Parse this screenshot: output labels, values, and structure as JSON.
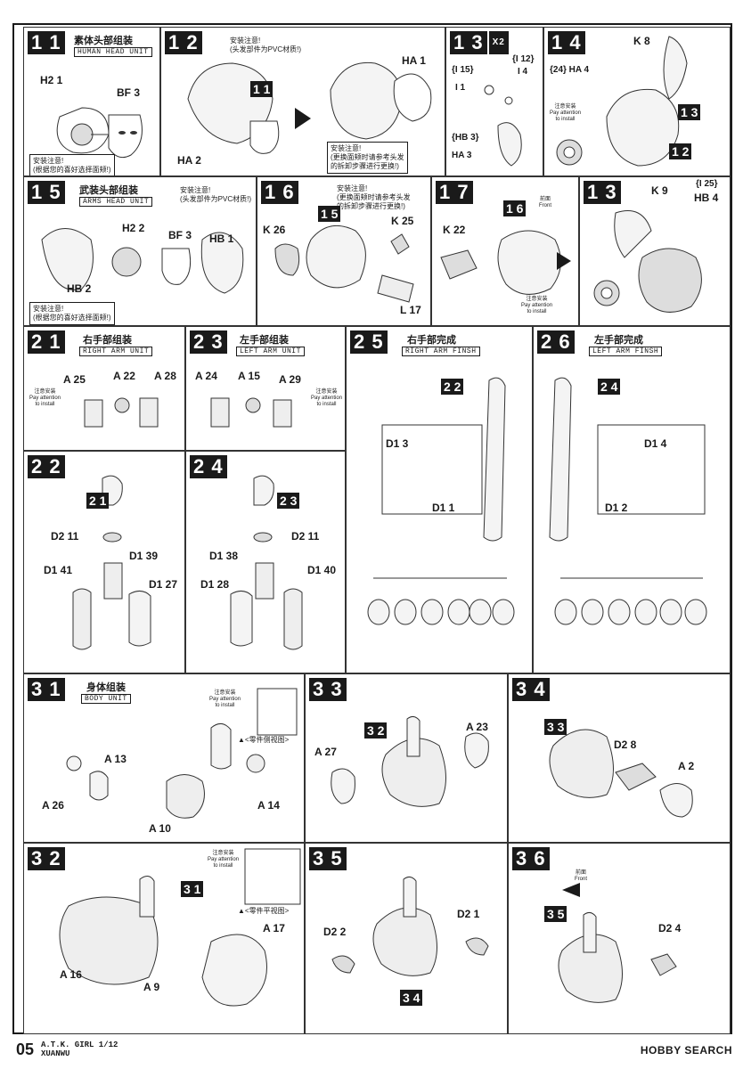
{
  "page": {
    "number": "05",
    "product_line1": "A.T.K. GIRL 1/12",
    "product_line2": "XUANWU",
    "watermark": "HOBBY SEARCH"
  },
  "panels": {
    "p11": {
      "step": "1 1",
      "title_cn": "素体头部组装",
      "title_en": "HUMAN HEAD UNIT",
      "labels": [
        "H2 1",
        "BF 3"
      ],
      "note": "安装注意!\n(根据您的喜好选择面颊!)"
    },
    "p12": {
      "step": "1 2",
      "note_top": "安装注意!\n(头发部件为PVC材质!)",
      "ref": "1 1",
      "labels": [
        "HA 1",
        "HA 2"
      ],
      "note": "安装注意!\n(更换面颊时请参考头发\n的拆卸步骤进行更换!)"
    },
    "p13": {
      "step": "1 3",
      "mult": "X2",
      "labels": [
        "{I 15}",
        "{I 12}",
        "I 1",
        "I 4",
        "{HB 3}",
        "HA 3"
      ]
    },
    "p14": {
      "step": "1 4",
      "labels": [
        "K 8",
        "{24} HA 4",
        "1 3",
        "1 2"
      ],
      "att": "注意安装\nPay attention\nto install"
    },
    "p15": {
      "step": "1 5",
      "title_cn": "武装头部组装",
      "title_en": "ARMS HEAD UNIT",
      "note_top": "安装注意!\n(头发部件为PVC材质!)",
      "labels": [
        "H2 2",
        "BF 3",
        "HB 1",
        "HB 2"
      ],
      "note": "安装注意!\n(根据您的喜好选择面颊!)"
    },
    "p16": {
      "step": "1 6",
      "note_top": "安装注意!\n(更换面颊时请参考头发\n的拆卸步骤进行更换!)",
      "ref": "1 5",
      "labels": [
        "K 26",
        "K 25",
        "L 17"
      ]
    },
    "p17": {
      "step": "1 7",
      "ref": "1 6",
      "front": "前面\nFront",
      "labels": [
        "K 22"
      ],
      "att": "注意安装\nPay attention\nto install"
    },
    "p18": {
      "step": "1 3",
      "labels": [
        "K 9",
        "{I 25}",
        "HB 4"
      ]
    },
    "p21": {
      "step": "2 1",
      "title_cn": "右手部组装",
      "title_en": "RIGHT ARM UNIT",
      "labels": [
        "A 25",
        "A 22",
        "A 28"
      ],
      "att": "注意安装\nPay attention\nto install"
    },
    "p23": {
      "step": "2 3",
      "title_cn": "左手部组装",
      "title_en": "LEFT ARM UNIT",
      "labels": [
        "A 24",
        "A 15",
        "A 29"
      ],
      "att": "注意安装\nPay attention\nto install"
    },
    "p25": {
      "step": "2 5",
      "title_cn": "右手部完成",
      "title_en": "RIGHT ARM FINSH",
      "ref": "2 2",
      "labels": [
        "D1 3",
        "D1 1"
      ]
    },
    "p26": {
      "step": "2 6",
      "title_cn": "左手部完成",
      "title_en": "LEFT ARM FINSH",
      "ref": "2 4",
      "labels": [
        "D1 4",
        "D1 2"
      ]
    },
    "p22": {
      "step": "2 2",
      "ref": "2 1",
      "labels": [
        "D2 11",
        "D1 39",
        "D1 41",
        "D1 27"
      ]
    },
    "p24": {
      "step": "2 4",
      "ref": "2 3",
      "labels": [
        "D2 11",
        "D1 38",
        "D1 40",
        "D1 28"
      ]
    },
    "p31": {
      "step": "3 1",
      "title_cn": "身体组装",
      "title_en": "BODY UNIT",
      "labels": [
        "A 13",
        "A 26",
        "A 10",
        "A 14"
      ],
      "att": "注意安装\nPay attention\nto install",
      "side_view": "▲<零件侧视图>"
    },
    "p33": {
      "step": "3 3",
      "ref": "3 2",
      "labels": [
        "A 27",
        "A 23"
      ]
    },
    "p34": {
      "step": "3 4",
      "ref": "3 3",
      "labels": [
        "D2 8",
        "A 2"
      ]
    },
    "p32": {
      "step": "3 2",
      "ref": "3 1",
      "labels": [
        "A 17",
        "A 16",
        "A 9"
      ],
      "att": "注意安装\nPay attention\nto install",
      "top_view": "▲<零件平视图>"
    },
    "p35": {
      "step": "3 5",
      "ref": "3 4",
      "labels": [
        "D2 1",
        "D2 2"
      ]
    },
    "p36": {
      "step": "3 6",
      "ref": "3 5",
      "front": "前面\nFront",
      "labels": [
        "D2 4"
      ]
    }
  }
}
